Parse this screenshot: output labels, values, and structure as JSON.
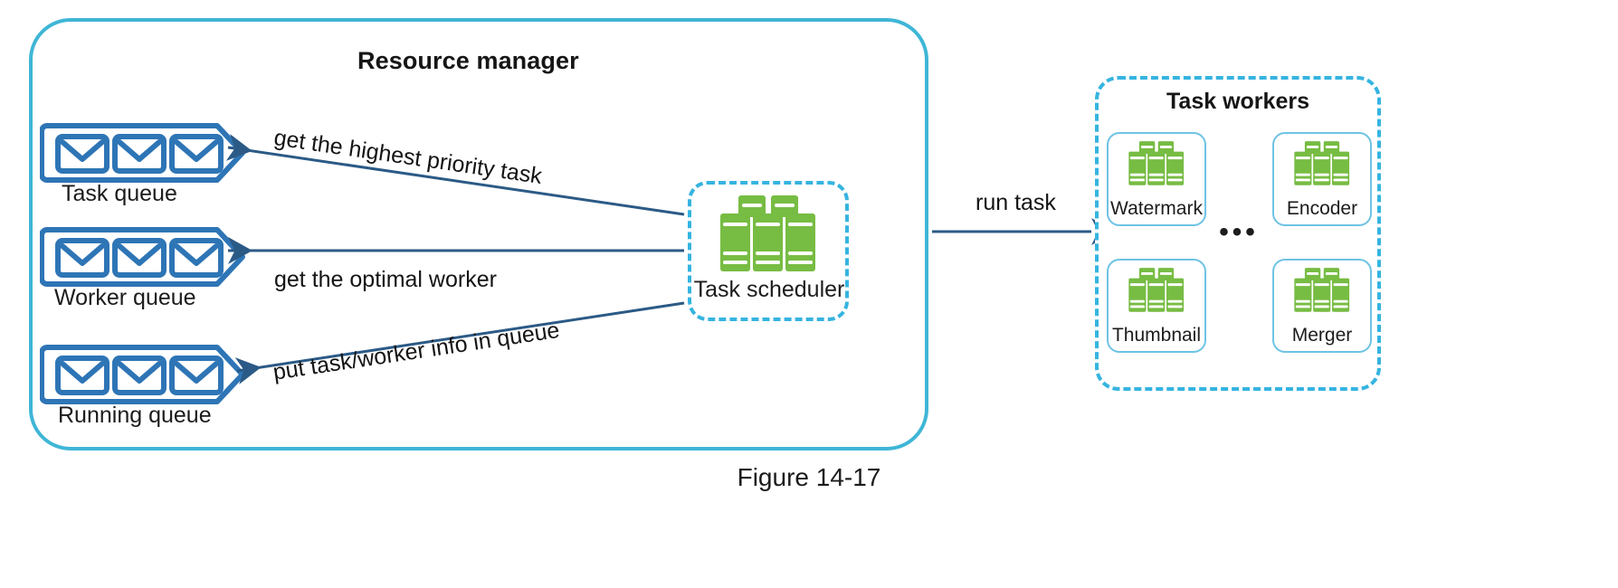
{
  "diagram": {
    "caption": "Figure 14-17",
    "colors": {
      "container_border": "#3fb6d6",
      "dashed_border": "#35b4e0",
      "queue_stroke": "#2e75b6",
      "server_green": "#77bc43",
      "arrow": "#2b5a86",
      "worker_card_border": "#6ec3e4",
      "text": "#1c1c1c"
    },
    "resource_manager": {
      "title": "Resource manager",
      "queues": [
        {
          "label": "Task queue",
          "envelope_count": 3,
          "icon": "envelope-icon"
        },
        {
          "label": "Worker queue",
          "envelope_count": 3,
          "icon": "envelope-icon"
        },
        {
          "label": "Running queue",
          "envelope_count": 3,
          "icon": "envelope-icon"
        }
      ],
      "scheduler": {
        "label": "Task scheduler",
        "icon": "server-rack-icon"
      },
      "arrows": [
        {
          "label": "get the highest priority task",
          "from": "scheduler",
          "to": "Task queue",
          "direction": "left"
        },
        {
          "label": "get the optimal worker",
          "from": "scheduler",
          "to": "Worker queue",
          "direction": "left"
        },
        {
          "label": "put task/worker info in queue",
          "from": "scheduler",
          "to": "Running queue",
          "direction": "left"
        }
      ]
    },
    "run_task_arrow": {
      "label": "run task",
      "direction": "right"
    },
    "task_workers": {
      "title": "Task workers",
      "ellipsis": "•••",
      "workers": [
        {
          "label": "Watermark",
          "icon": "server-rack-icon"
        },
        {
          "label": "Encoder",
          "icon": "server-rack-icon"
        },
        {
          "label": "Thumbnail",
          "icon": "server-rack-icon"
        },
        {
          "label": "Merger",
          "icon": "server-rack-icon"
        }
      ]
    }
  }
}
